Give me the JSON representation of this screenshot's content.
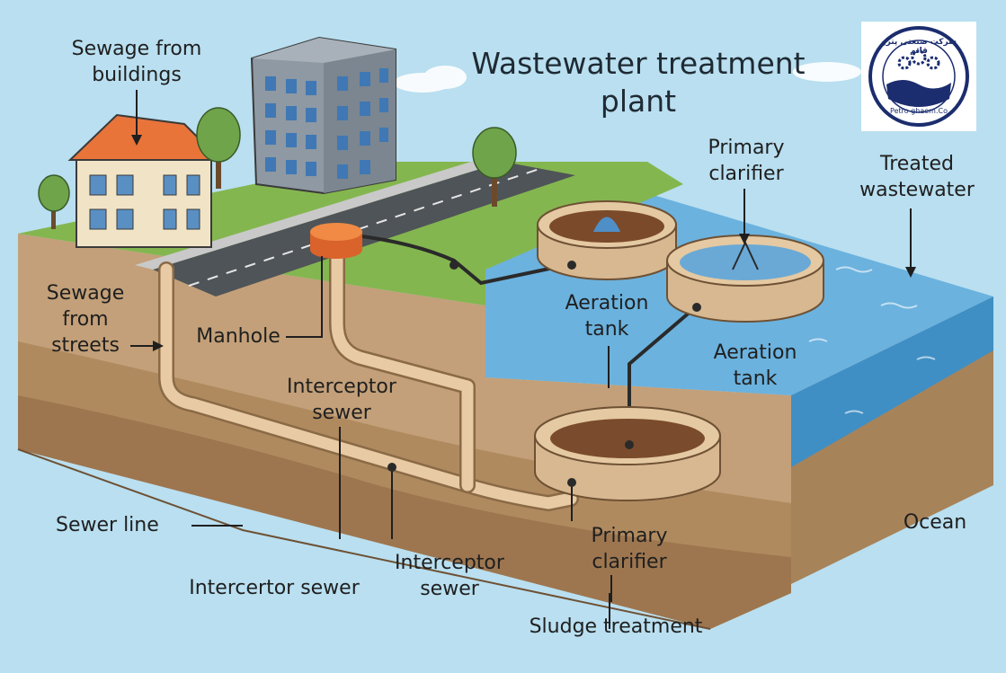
{
  "title": "Wastewater treatment\nplant",
  "logo": {
    "company_arabic": "شرکت صنعتی پترو قائم",
    "company_latin": "Petro ghaem.Co"
  },
  "labels": {
    "sewage_buildings": "Sewage from\nbuildings",
    "sewage_streets": "Sewage\nfrom\nstreets",
    "manhole": "Manhole",
    "interceptor_sewer_1": "Interceptor\nsewer",
    "sewer_line": "Sewer line",
    "intercertor_sewer": "Intercertor sewer",
    "interceptor_sewer_2": "Interceptor\nsewer",
    "primary_clarifier_top": "Primary\nclarifier",
    "aeration_tank_1": "Aeration\ntank",
    "aeration_tank_2": "Aeration\ntank",
    "treated_wastewater": "Treated\nwastewater",
    "primary_clarifier_bottom": "Primary\nclarifier",
    "sludge_treatment": "Sludge treatment",
    "ocean": "Ocean"
  },
  "colors": {
    "sky": "#b9dff0",
    "grass": "#7fb24e",
    "soil": "#c9a77e",
    "soil_dark": "#9c7a52",
    "water": "#5ea8d6",
    "pipe": "#e7c9a2",
    "roof": "#e8743a",
    "manhole": "#ee7a34"
  }
}
